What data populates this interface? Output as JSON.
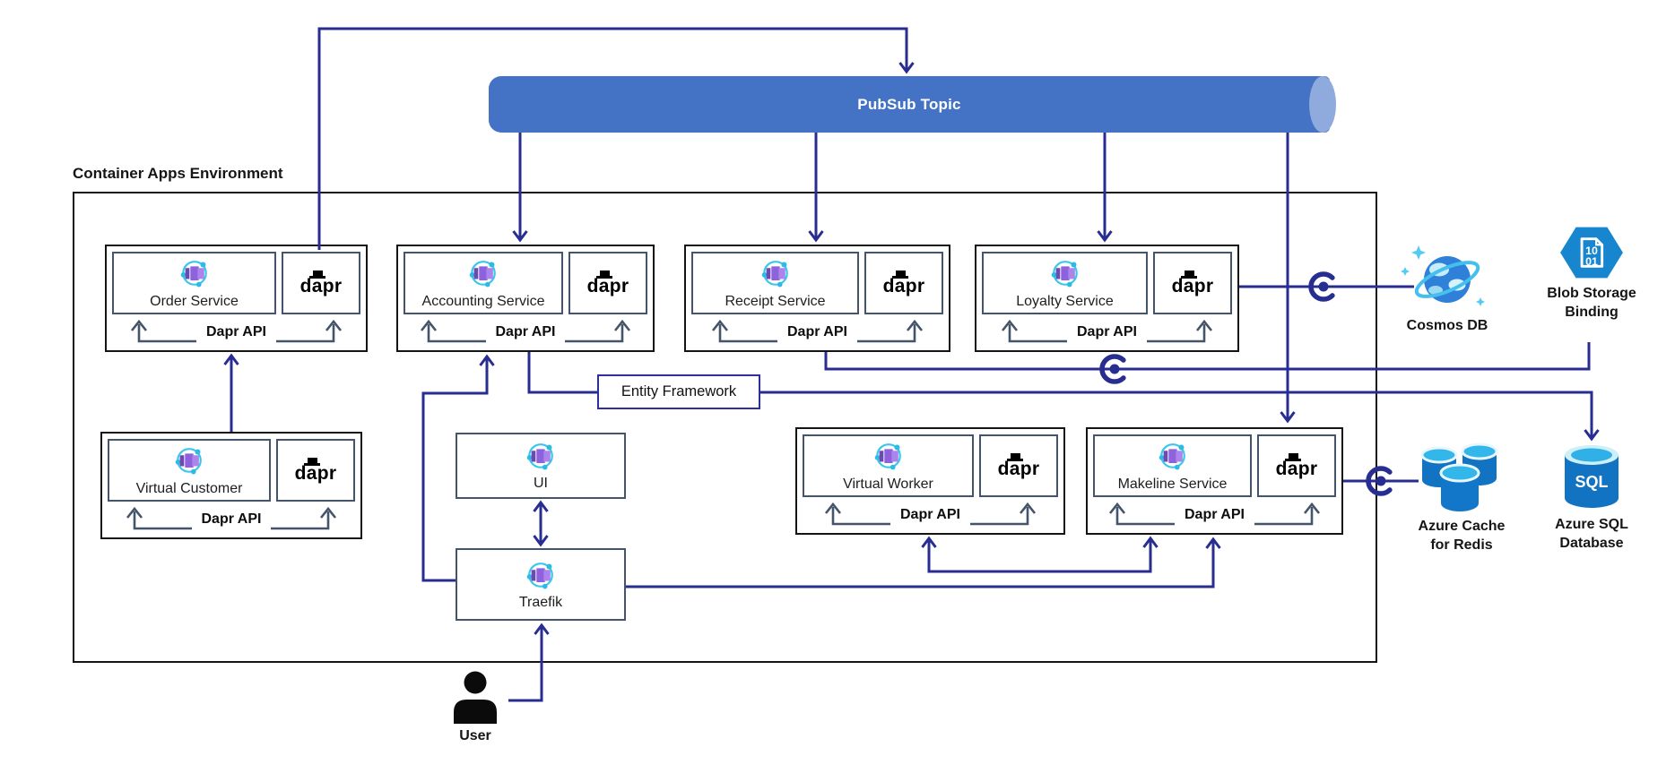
{
  "environment": {
    "label": "Container Apps Environment"
  },
  "pubsub": {
    "label": "PubSub Topic"
  },
  "dapr": {
    "logo": "dapr",
    "api_label": "Dapr API"
  },
  "services": [
    {
      "id": "order-service",
      "name": "Order Service"
    },
    {
      "id": "accounting-service",
      "name": "Accounting Service"
    },
    {
      "id": "receipt-service",
      "name": "Receipt Service"
    },
    {
      "id": "loyalty-service",
      "name": "Loyalty Service"
    },
    {
      "id": "virtual-customer",
      "name": "Virtual Customer"
    },
    {
      "id": "virtual-worker",
      "name": "Virtual Worker"
    },
    {
      "id": "makeline-service",
      "name": "Makeline Service"
    }
  ],
  "apps": [
    {
      "id": "ui",
      "name": "UI"
    },
    {
      "id": "traefik",
      "name": "Traefik"
    }
  ],
  "entity_framework": {
    "label": "Entity Framework"
  },
  "externals": [
    {
      "id": "cosmos-db",
      "label": "Cosmos DB"
    },
    {
      "id": "blob-storage",
      "label": "Blob Storage\nBinding"
    },
    {
      "id": "redis",
      "label": "Azure Cache\nfor Redis"
    },
    {
      "id": "sql",
      "label": "Azure SQL\nDatabase"
    }
  ],
  "user": {
    "label": "User"
  },
  "colors": {
    "connector": "#282D92",
    "cylinder": "#4472C4",
    "cylinder-cap": "#8FAADC",
    "inner-border": "#44546A",
    "outer-border": "#141414",
    "ef-border": "#2E2E9E"
  }
}
